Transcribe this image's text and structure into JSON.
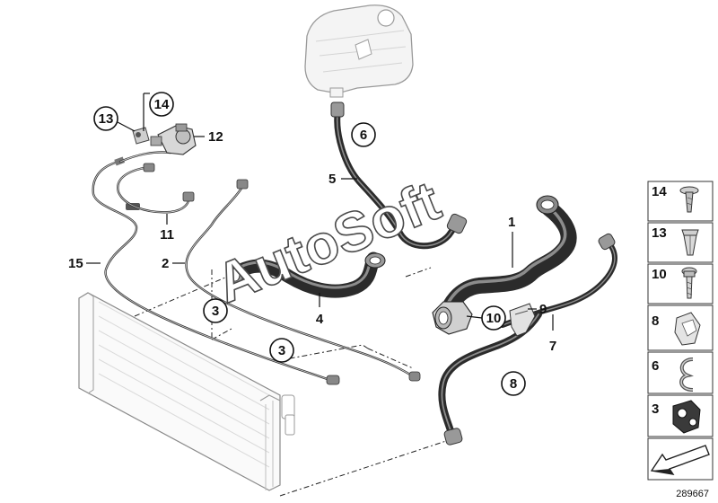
{
  "diagram": {
    "id": "289667",
    "watermark": "AutoSoft",
    "callouts": [
      {
        "key": "c13",
        "label": "13",
        "circled": true
      },
      {
        "key": "c14",
        "label": "14",
        "circled": true
      },
      {
        "key": "c12",
        "label": "12",
        "circled": false
      },
      {
        "key": "c6",
        "label": "6",
        "circled": true
      },
      {
        "key": "c5",
        "label": "5",
        "circled": false
      },
      {
        "key": "c11",
        "label": "11",
        "circled": false
      },
      {
        "key": "c15",
        "label": "15",
        "circled": false
      },
      {
        "key": "c2",
        "label": "2",
        "circled": false
      },
      {
        "key": "c1",
        "label": "1",
        "circled": false
      },
      {
        "key": "c3a",
        "label": "3",
        "circled": true
      },
      {
        "key": "c4",
        "label": "4",
        "circled": false
      },
      {
        "key": "c10",
        "label": "10",
        "circled": true
      },
      {
        "key": "c9",
        "label": "9",
        "circled": false
      },
      {
        "key": "c7",
        "label": "7",
        "circled": false
      },
      {
        "key": "c3b",
        "label": "3",
        "circled": true
      },
      {
        "key": "c8",
        "label": "8",
        "circled": true
      }
    ],
    "legend": [
      {
        "label": "14",
        "icon": "push-rivet-icon"
      },
      {
        "label": "13",
        "icon": "expanding-nut-icon"
      },
      {
        "label": "10",
        "icon": "bolt-icon"
      },
      {
        "label": "8",
        "icon": "hose-clip-icon"
      },
      {
        "label": "6",
        "icon": "spring-clamp-icon"
      },
      {
        "label": "3",
        "icon": "pipe-holder-icon"
      },
      {
        "label": "",
        "icon": "arrow-icon"
      }
    ]
  }
}
